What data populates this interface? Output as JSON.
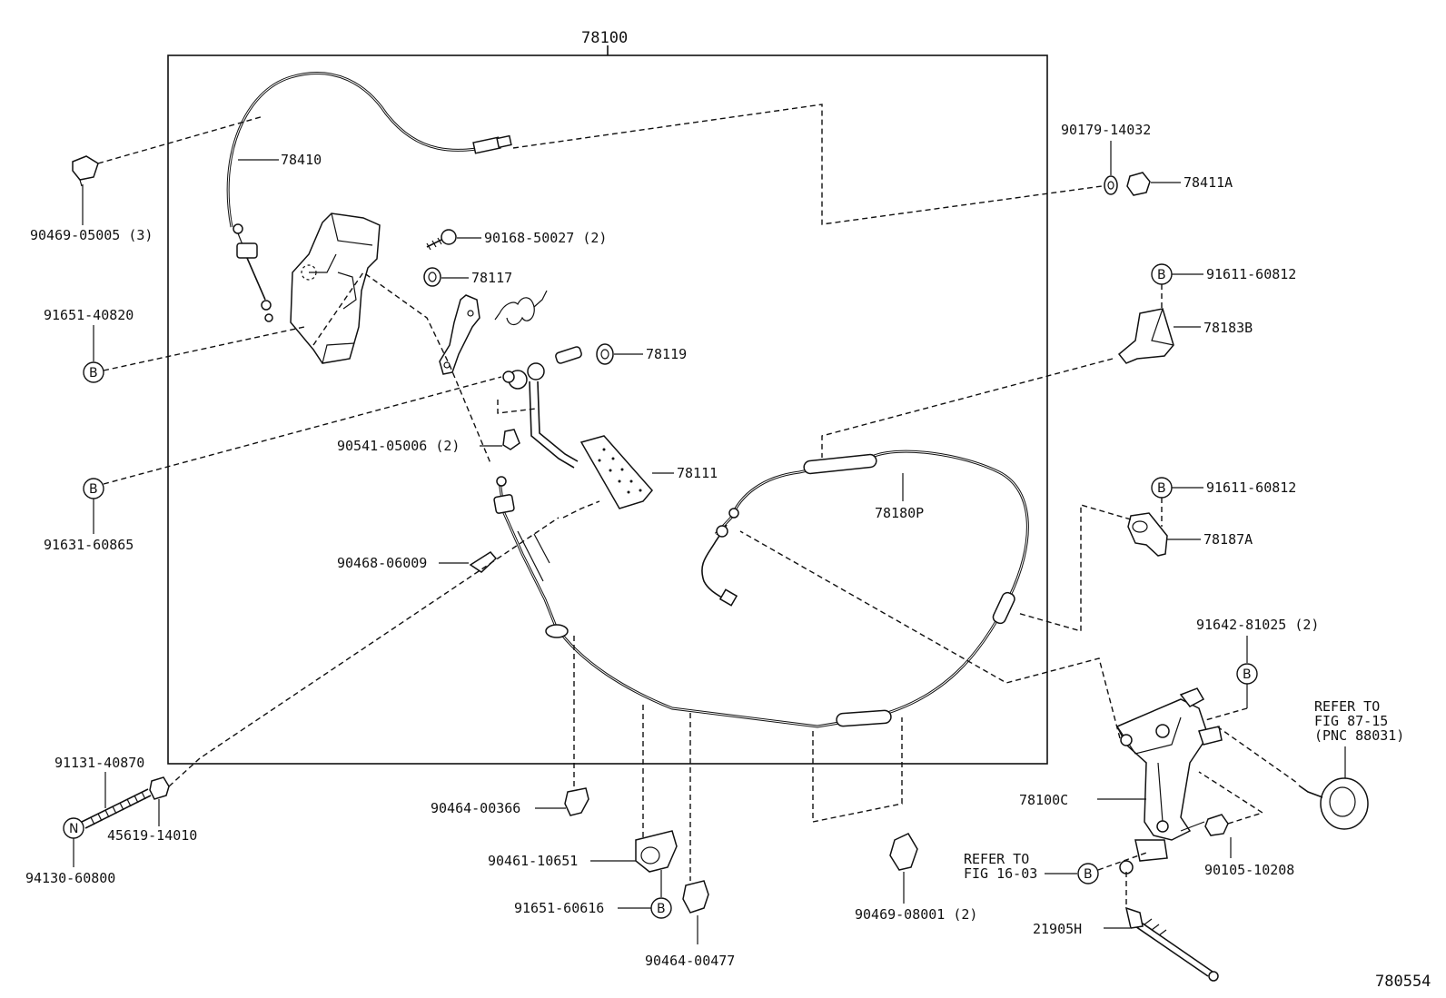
{
  "diagram_id": "780554",
  "assembly_number": "78100",
  "part_labels": {
    "p78410": "78410",
    "p90469_05005": "90469-05005 (3)",
    "p90168_50027": "90168-50027 (2)",
    "p91651_40820": "91651-40820",
    "p78117": "78117",
    "p78119": "78119",
    "p90541_05006": "90541-05006 (2)",
    "p78111": "78111",
    "p91631_60865": "91631-60865",
    "p90468_06009": "90468-06009",
    "p78180P": "78180P",
    "p90179_14032": "90179-14032",
    "p78411A": "78411A",
    "p91611_60812_a": "91611-60812",
    "p78183B": "78183B",
    "p91611_60812_b": "91611-60812",
    "p78187A": "78187A",
    "p91642_81025": "91642-81025 (2)",
    "p78100C": "78100C",
    "p90105_10208": "90105-10208",
    "p21905H": "21905H",
    "p91131_40870": "91131-40870",
    "p45619_14010": "45619-14010",
    "p94130_60800": "94130-60800",
    "p90464_00366": "90464-00366",
    "p90461_10651": "90461-10651",
    "p91651_60616": "91651-60616",
    "p90464_00477": "90464-00477",
    "p90469_08001": "90469-08001 (2)"
  },
  "callout_letters": {
    "b": "B",
    "n": "N"
  },
  "refer_notes": {
    "fig87": [
      "REFER TO",
      "FIG 87-15",
      "(PNC 88031)"
    ],
    "fig16": [
      "REFER TO",
      "FIG 16-03"
    ]
  }
}
